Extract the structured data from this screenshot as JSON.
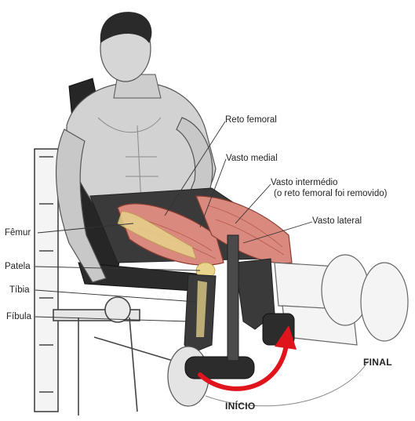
{
  "labels": {
    "reto_femoral": "Reto femoral",
    "vasto_medial": "Vasto medial",
    "vasto_intermedio_line1": "Vasto intermédio",
    "vasto_intermedio_line2": "(o reto femoral foi removido)",
    "vasto_lateral": "Vasto lateral",
    "femur": "Fêmur",
    "patela": "Patela",
    "tibia": "Tíbia",
    "fibula": "Fíbula",
    "final": "FINAL",
    "inicio": "INÍCIO"
  },
  "colors": {
    "muscle": "#d9897d",
    "muscle_dark": "#b85a4c",
    "bone": "#e8d48c",
    "arrow": "#e0141c",
    "skin": "#cfcfcf",
    "shorts": "#3a3a3a",
    "machine": "#4a4a4a"
  }
}
